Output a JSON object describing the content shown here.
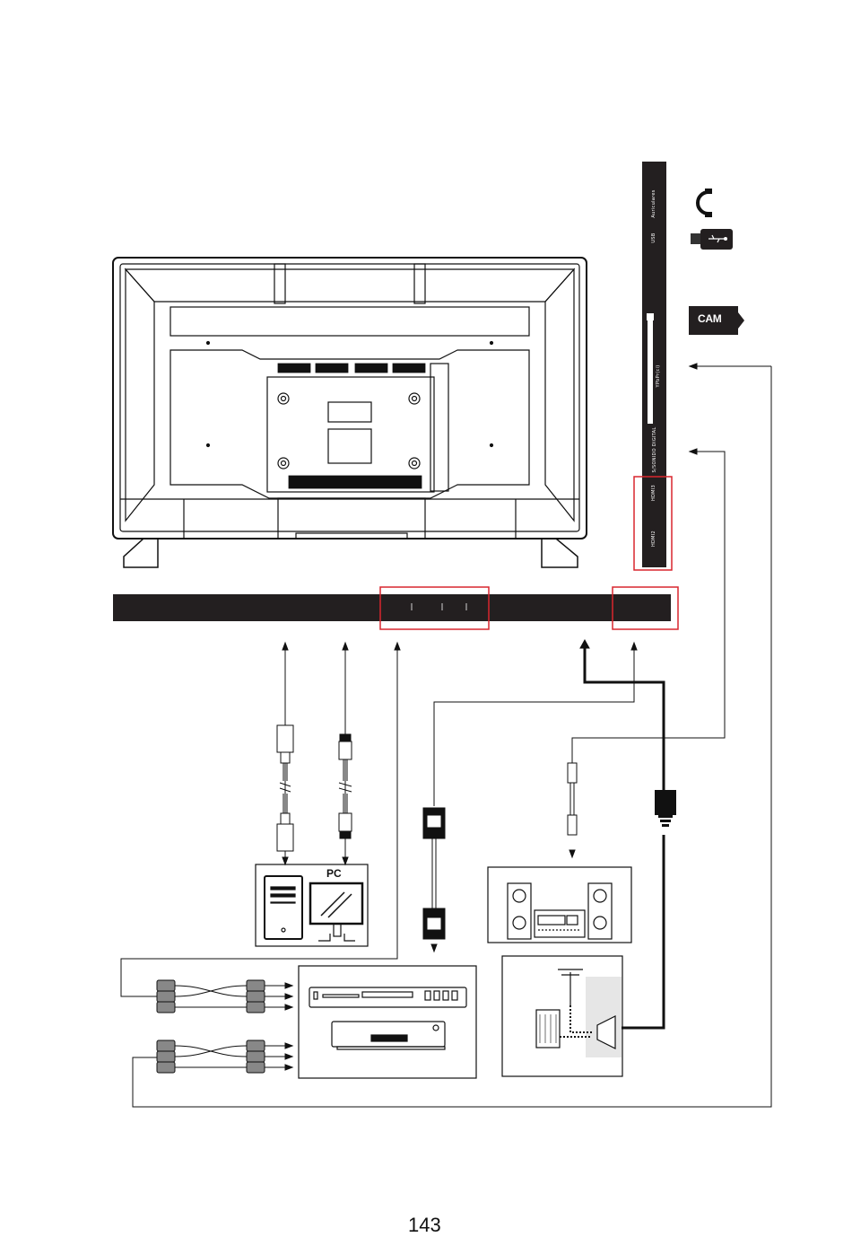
{
  "side_panel": {
    "labels": {
      "earphone": "Auriculares",
      "usb": "USB",
      "ci": "YPbPr(ci)",
      "spdif": "S/SONIDO DIGITAL",
      "hdmi3": "HDMI3",
      "hdmi2": "HDMI2"
    }
  },
  "devices": {
    "pc_label": "PC",
    "cam_label": "CAM"
  },
  "icons": [
    "earphone-icon",
    "usb-icon",
    "cam-module-icon",
    "antenna-icon",
    "computer-icon",
    "monitor-icon",
    "speaker-icon",
    "dvd-player-icon"
  ],
  "colors": {
    "line": "#111111",
    "highlight": "#d9262e",
    "panel": "#231f20",
    "wall": "#e6e6e6"
  },
  "page": {
    "number": "143"
  }
}
